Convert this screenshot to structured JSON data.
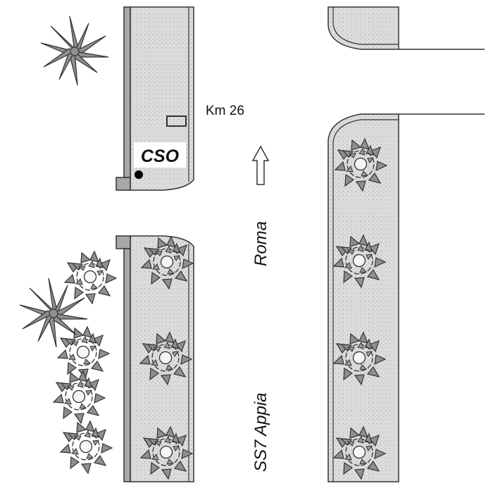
{
  "labels": {
    "km": "Km 26",
    "cso": "CSO",
    "direction": "Roma",
    "road": "SS7 Appia"
  },
  "icons": {
    "direction_arrow": "arrow-up-icon",
    "palm": "palm-tree-icon",
    "shrub": "shrub-icon",
    "marker": "location-dot-icon",
    "sign": "sign-post-icon"
  },
  "colors": {
    "background": "#ffffff",
    "sidewalk": "#dcdcdc",
    "curb": "#a8a8a8",
    "foliage": "#8f8f8f",
    "outline": "#333333"
  }
}
